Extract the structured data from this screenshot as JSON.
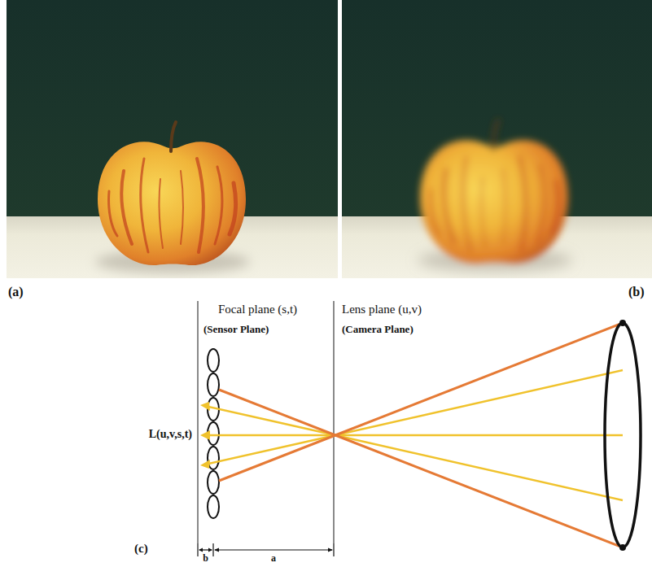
{
  "diagram": {
    "labels": [
      "(a)",
      "(b)",
      "Focal plane (s,t)",
      "(Sensor Plane)",
      "Lens plane (u,v)",
      "(Camera Plane)",
      "L(u,v,s,t)",
      "(c)",
      "b",
      "a"
    ]
  }
}
